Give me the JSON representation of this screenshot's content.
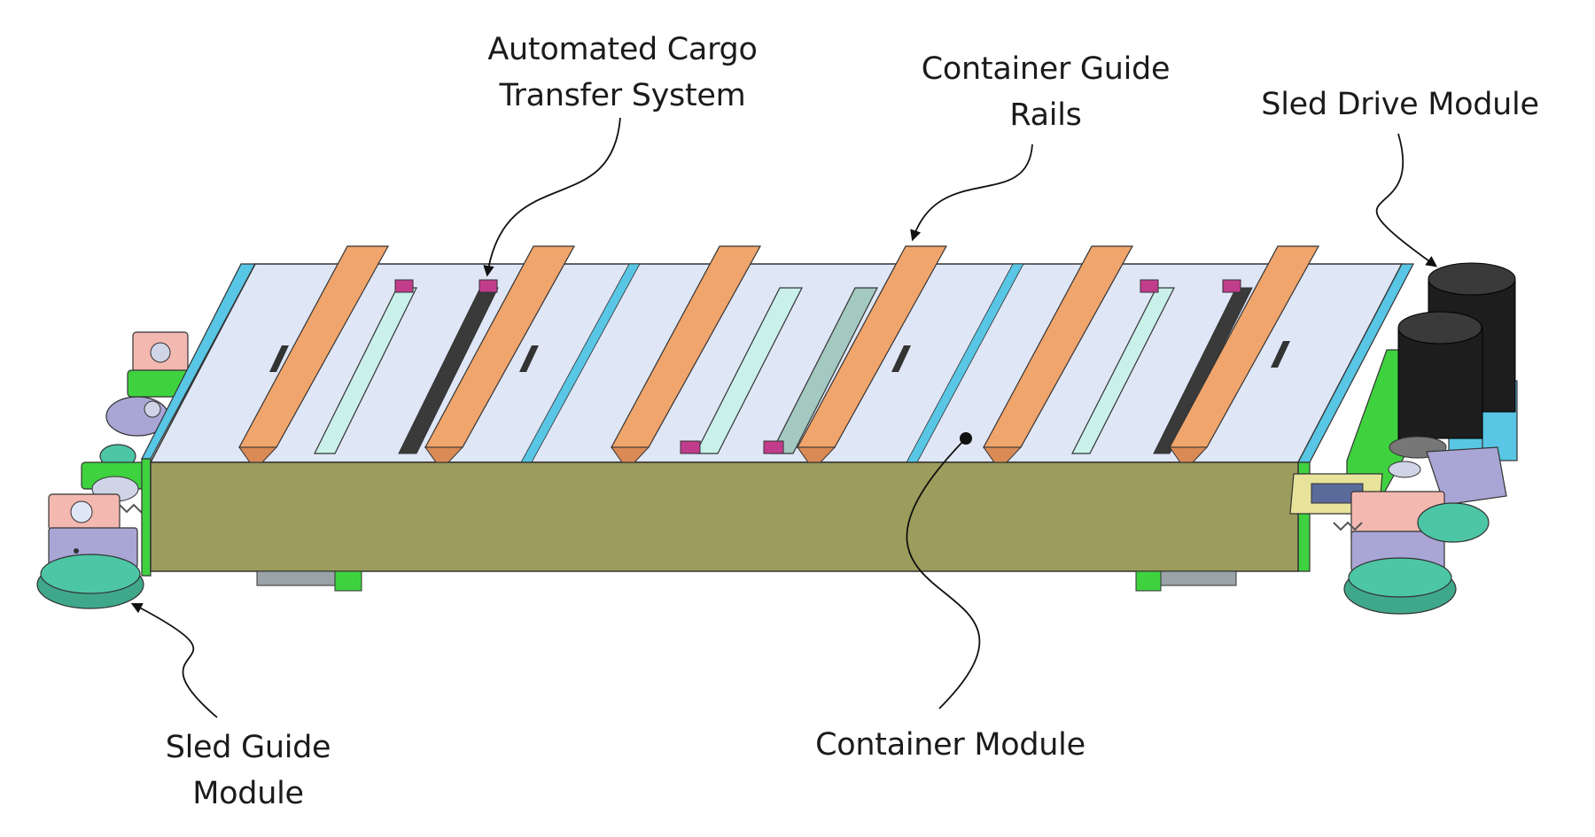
{
  "labels": {
    "automated_cargo": {
      "line1": "Automated Cargo",
      "line2": "Transfer System"
    },
    "container_guide_rails": {
      "line1": "Container Guide",
      "line2": "Rails"
    },
    "sled_drive_module": {
      "line1": "Sled Drive Module"
    },
    "sled_guide_module": {
      "line1": "Sled Guide",
      "line2": "Module"
    },
    "container_module": {
      "line1": "Container Module"
    }
  },
  "colors": {
    "top_deck": "#dfe6f6",
    "front_panel": "#9c9c5c",
    "frame_edge": "#58c6e4",
    "guide_rail": "#f0a56c",
    "drive_green": "#3fd23f",
    "motor_black": "#1d1d1d",
    "wheel_teal": "#4cc6a5",
    "block_pink": "#f3b8b0",
    "block_lavender": "#a9a6d6",
    "clamp_magenta": "#c23c8c",
    "leader_line": "#111111"
  }
}
